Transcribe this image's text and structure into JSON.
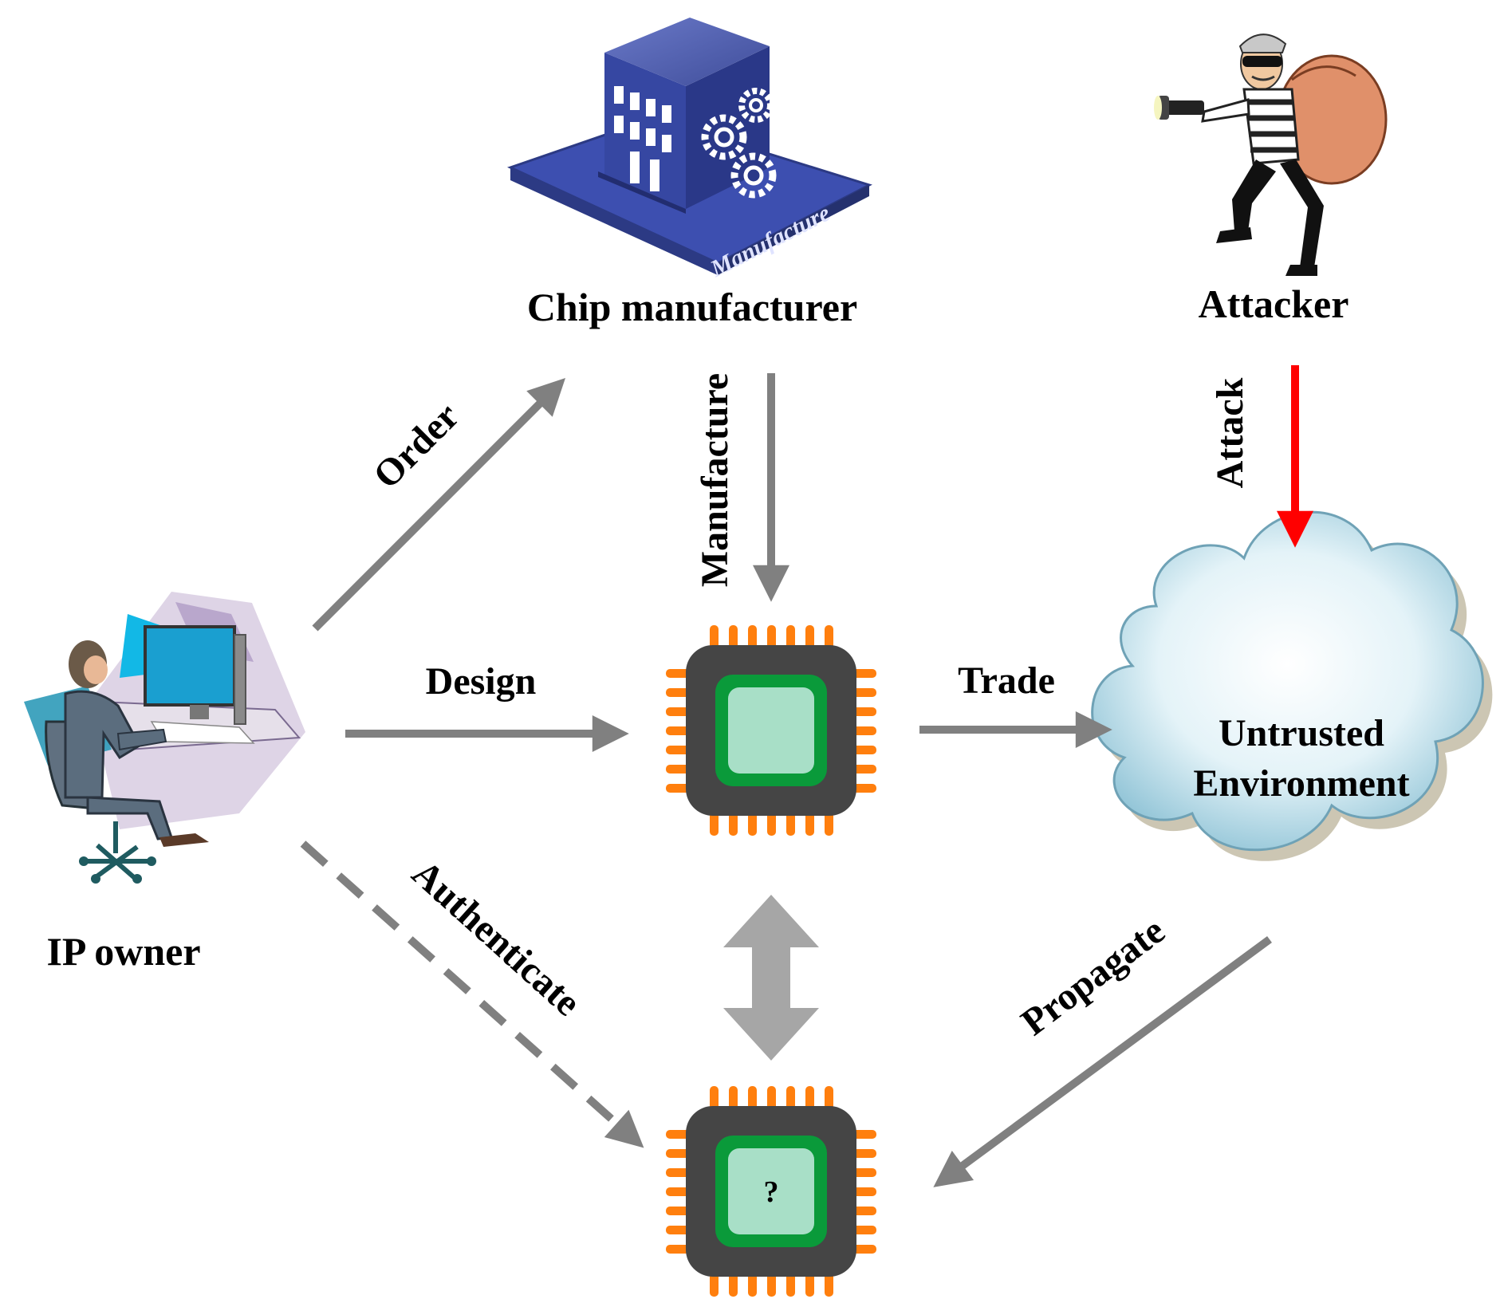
{
  "nodes": {
    "ip_owner": "IP owner",
    "chip_manufacturer": "Chip manufacturer",
    "attacker": "Attacker",
    "environment_line1": "Untrusted",
    "environment_line2": "Environment",
    "manufacture_sign": "Manufacture"
  },
  "edges": {
    "order": "Order",
    "manufacture": "Manufacture",
    "attack": "Attack",
    "design": "Design",
    "trade": "Trade",
    "authenticate": "Authenticate",
    "propagate": "Propagate"
  },
  "chip_unknown_mark": "?",
  "colors": {
    "arrow_gray": "#808080",
    "arrow_light_gray": "#a6a6a6",
    "attack_red": "#ff0000",
    "chip_body": "#454545",
    "chip_pin": "#ff7f0e",
    "chip_ring": "#0a9a3a",
    "chip_core": "#a8dfc7",
    "building_blue": "#4a5aa8",
    "cloud_fill": "#cfe7f0"
  },
  "icons": [
    "workstation-icon",
    "factory-icon",
    "burglar-icon",
    "cloud-icon",
    "chip-icon"
  ]
}
